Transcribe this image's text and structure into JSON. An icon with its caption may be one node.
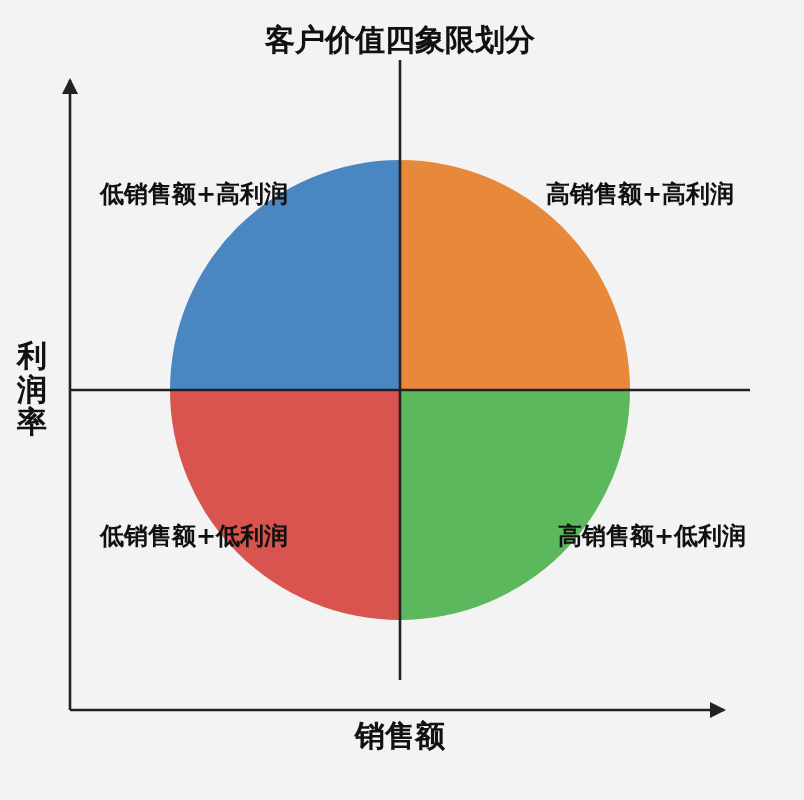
{
  "diagram": {
    "title": "客户价值四象限划分",
    "labels": [
      "低销售额+高利润",
      "高销售额+高利润",
      "低销售额+低利润",
      "高销售额+低利润",
      "利润率",
      "销售额"
    ]
  }
}
